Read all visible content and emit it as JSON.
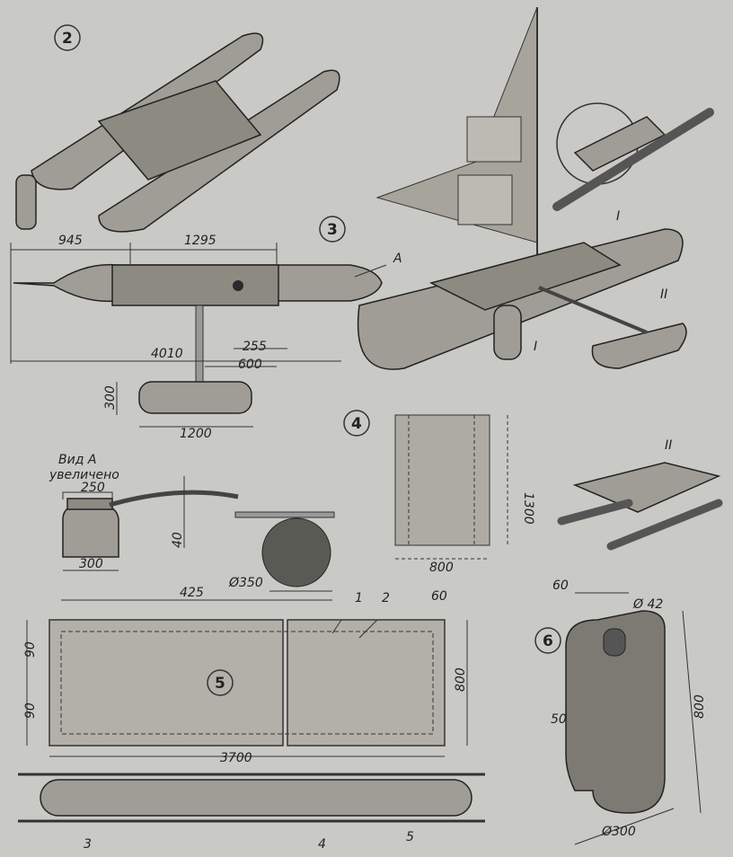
{
  "figures": {
    "fig2": {
      "number": "2"
    },
    "fig3": {
      "number": "3",
      "callout_1": "I",
      "callout_1b": "I",
      "callout_2": "II"
    },
    "fig4": {
      "number": "4",
      "height": "1300",
      "width": "800"
    },
    "fig5": {
      "number": "5",
      "dim_90_top": "90",
      "dim_90_bottom": "90",
      "height": "800",
      "length": "3700",
      "dim_60": "60",
      "part_1": "1",
      "part_2": "2",
      "part_3": "3",
      "part_4": "4",
      "part_5": "5"
    },
    "fig6": {
      "number": "6",
      "dim_60": "60",
      "diameter_42": "Ø 42",
      "height": "800",
      "dim_50": "50",
      "diameter_300": "Ø300"
    },
    "detail_II": {
      "label": "II"
    }
  },
  "plan_view": {
    "dim_945": "945",
    "dim_1295": "1295",
    "view_arrow": "A",
    "dim_255": "255",
    "dim_600": "600",
    "dim_4010": "4010",
    "dim_300": "300",
    "dim_1200": "1200"
  },
  "view_a": {
    "title": "Вид А",
    "subtitle": "увеличено",
    "dim_250": "250",
    "dim_40": "40",
    "dim_300": "300",
    "dim_425": "425",
    "diameter_350": "Ø350"
  }
}
